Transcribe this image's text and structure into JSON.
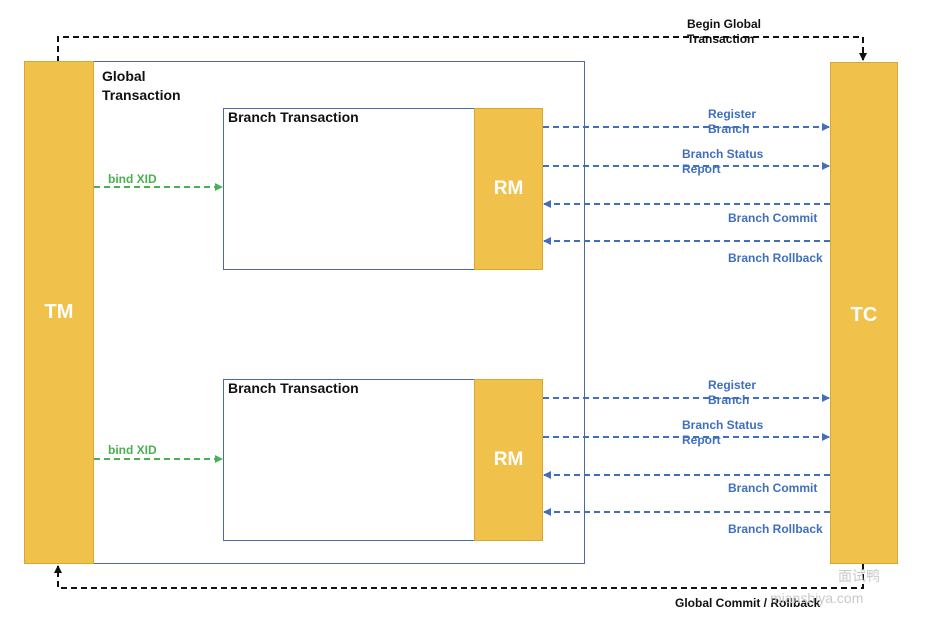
{
  "tm_label": "TM",
  "tc_label": "TC",
  "global_transaction_label": "Global\nTransaction",
  "begin_global_label": "Begin Global\nTransaction",
  "global_commit_label": "Global Commit / Rollback",
  "branches": [
    {
      "title": "Branch Transaction",
      "rm_label": "RM",
      "bind_label": "bind XID",
      "register_label": "Register\nBranch",
      "status_label": "Branch Status\nReport",
      "commit_label": "Branch Commit",
      "rollback_label": "Branch Rollback"
    },
    {
      "title": "Branch Transaction",
      "rm_label": "RM",
      "bind_label": "bind XID",
      "register_label": "Register\nBranch",
      "status_label": "Branch Status\nReport",
      "commit_label": "Branch Commit",
      "rollback_label": "Branch Rollback"
    }
  ],
  "watermark": {
    "line1": "面试鸭",
    "line2": "mianshiya.com"
  },
  "colors": {
    "bar": "#f0c14b",
    "box_border": "#4a6aa5",
    "blue_arrow": "#3f6fbe",
    "green_arrow": "#4caf50",
    "black_dash": "#111111"
  }
}
